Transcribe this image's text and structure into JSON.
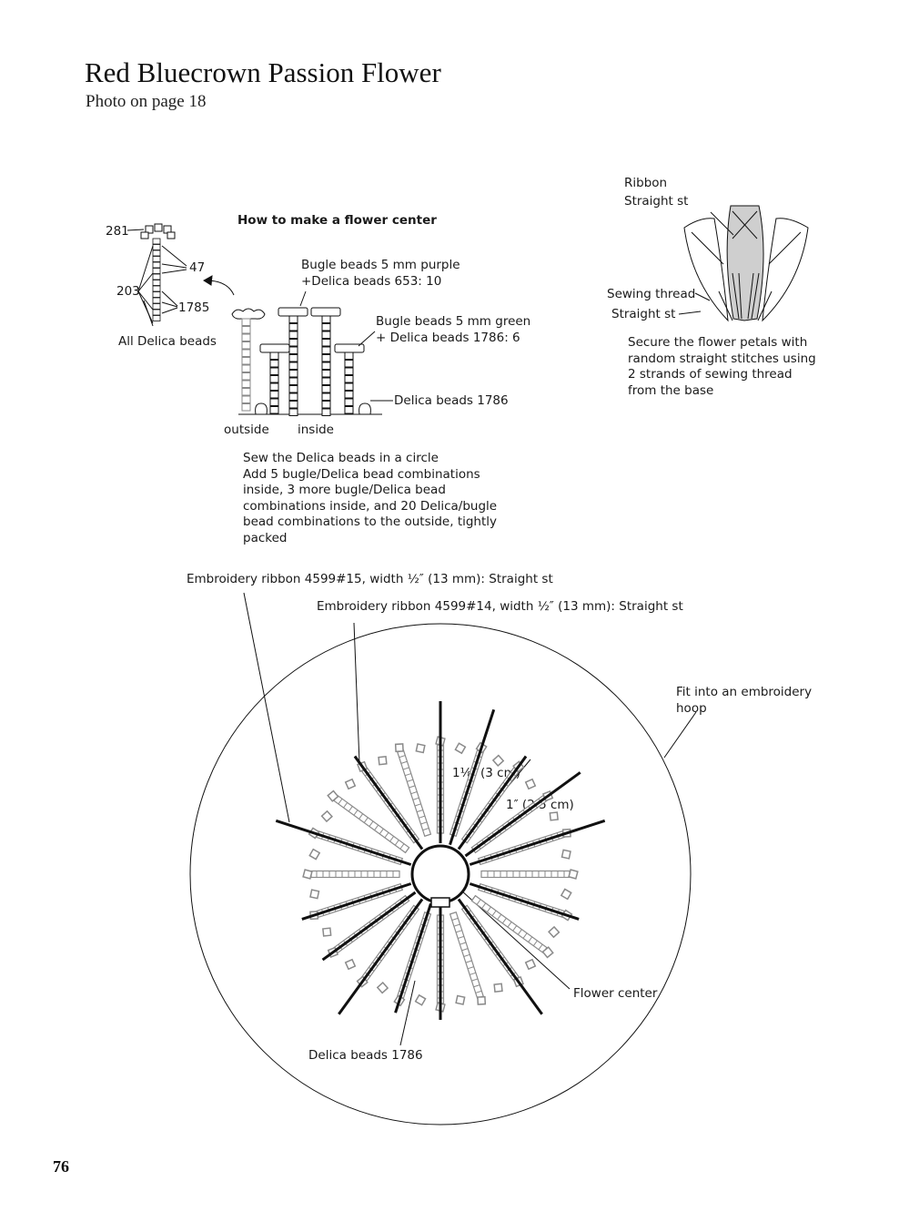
{
  "page": {
    "title": "Red Bluecrown Passion Flower",
    "subtitle": "Photo on page 18",
    "page_number": "76"
  },
  "flower_center_diagram": {
    "heading": "How to make a flower center",
    "bead_numbers": {
      "top": "281",
      "upper_right": "47",
      "left": "203",
      "lower_right": "1785"
    },
    "all_delica": "All Delica beads",
    "bugle_purple": "Bugle beads 5 mm purple\n+Delica beads 653: 10",
    "bugle_green": "Bugle beads 5 mm green\n+ Delica beads 1786: 6",
    "delica_1786": "Delica beads 1786",
    "outside": "outside",
    "inside": "inside",
    "instructions": "Sew the Delica beads in a circle\nAdd 5 bugle/Delica bead combinations\ninside, 3 more bugle/Delica bead\ncombinations inside, and 20 Delica/bugle\nbead combinations to the outside, tightly\npacked"
  },
  "petal_diagram": {
    "ribbon": "Ribbon",
    "straight_st_1": "Straight st",
    "sewing_thread": "Sewing thread",
    "straight_st_2": "Straight st",
    "note": "Secure the flower petals with\nrandom straight stitches using\n2 strands of sewing thread\nfrom the base"
  },
  "hoop_diagram": {
    "ribbon_15": "Embroidery ribbon 4599#15, width ½″ (13 mm): Straight st",
    "ribbon_14": "Embroidery ribbon 4599#14, width ½″ (13 mm): Straight st",
    "hoop": "Fit into an embroidery\nhoop",
    "measure_long": "1⅛″ (3 cm)",
    "measure_short": "1″ (2.5 cm)",
    "flower_center": "Flower center",
    "delica_1786": "Delica beads 1786"
  },
  "colors": {
    "line": "#111111",
    "bead_gray": "#8a8a8a",
    "petal_fill": "#cfcfcf"
  }
}
